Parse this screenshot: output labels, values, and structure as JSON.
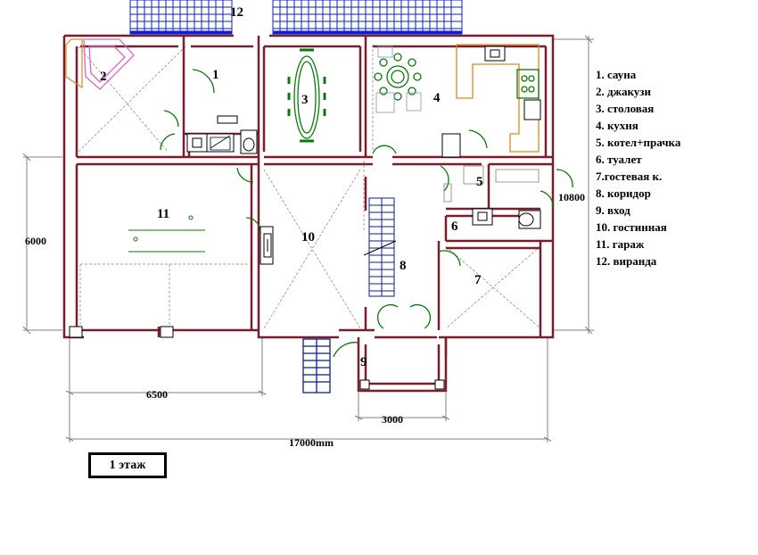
{
  "room_numbers": [
    "1",
    "2",
    "3",
    "4",
    "5",
    "6",
    "7",
    "8",
    "9",
    "10",
    "11",
    "12"
  ],
  "legend": [
    "1. сауна",
    "2. джакузи",
    "3. столовая",
    "4. кухня",
    "5. котел+прачка",
    "6. туалет",
    "7.гостевая к.",
    "8. коридор",
    "9. вход",
    "10. гостинная",
    "11. гараж",
    "12. виранда"
  ],
  "dimensions": {
    "left_height": "6000",
    "right_height": "10800",
    "garage_width": "6500",
    "entry_width": "3000",
    "total_width": "17000mm"
  },
  "floor_label": "1 этаж",
  "colors": {
    "walls": "#7a1f2a",
    "doors": "#0a7a0a",
    "veranda": "#0a1fd8",
    "stairs": "#0a1f9a",
    "jacuzzi": "#e060c8",
    "kitchen": "#e08a1a",
    "dimension_lines": "#808080"
  }
}
